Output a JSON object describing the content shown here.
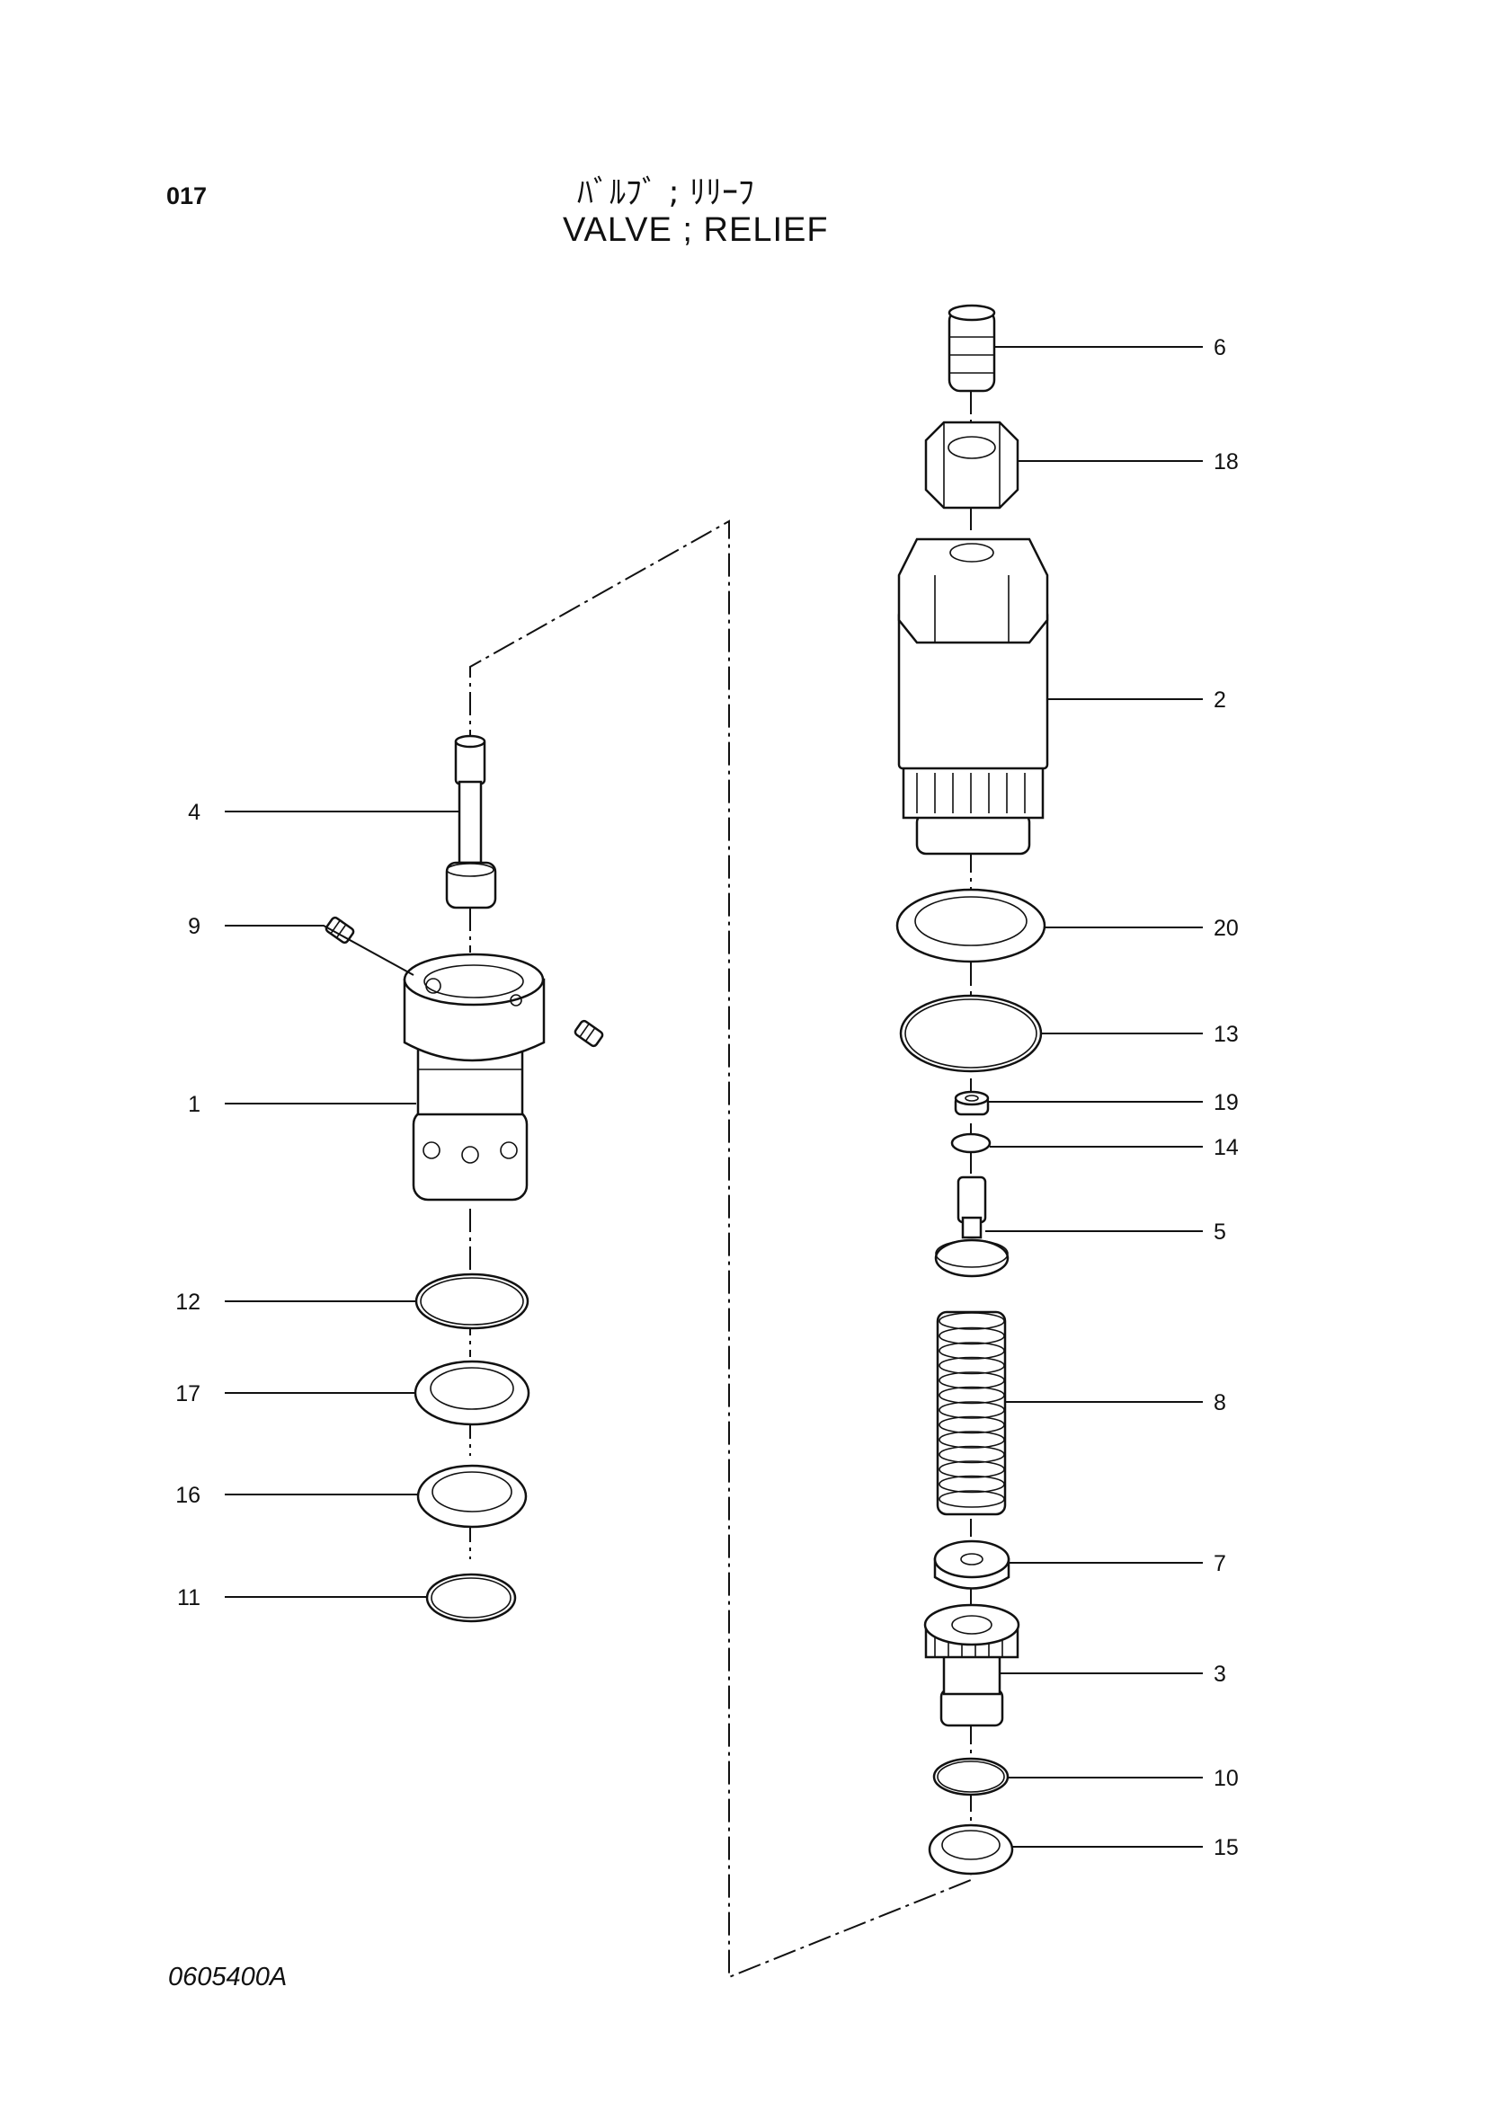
{
  "header": {
    "page_number": "017",
    "title_jp": "ﾊﾞﾙﾌﾞ ; ﾘﾘｰﾌ",
    "title_en": "VALVE ; RELIEF"
  },
  "footer": {
    "drawing_number": "0605400A"
  },
  "parts": [
    {
      "no": "1",
      "icon": "valve-body-icon"
    },
    {
      "no": "2",
      "icon": "valve-housing-icon"
    },
    {
      "no": "3",
      "icon": "adjuster-plug-icon"
    },
    {
      "no": "4",
      "icon": "poppet-stem-icon"
    },
    {
      "no": "5",
      "icon": "poppet-icon"
    },
    {
      "no": "6",
      "icon": "set-screw-icon"
    },
    {
      "no": "7",
      "icon": "spring-seat-icon"
    },
    {
      "no": "8",
      "icon": "coil-spring-icon"
    },
    {
      "no": "9",
      "icon": "plug-screw-icon"
    },
    {
      "no": "10",
      "icon": "o-ring-icon"
    },
    {
      "no": "11",
      "icon": "o-ring-icon"
    },
    {
      "no": "12",
      "icon": "o-ring-icon"
    },
    {
      "no": "13",
      "icon": "o-ring-icon"
    },
    {
      "no": "14",
      "icon": "o-ring-icon"
    },
    {
      "no": "15",
      "icon": "backup-ring-icon"
    },
    {
      "no": "16",
      "icon": "backup-ring-icon"
    },
    {
      "no": "17",
      "icon": "backup-ring-icon"
    },
    {
      "no": "18",
      "icon": "hex-nut-icon"
    },
    {
      "no": "19",
      "icon": "washer-icon"
    },
    {
      "no": "20",
      "icon": "backup-ring-icon"
    }
  ]
}
